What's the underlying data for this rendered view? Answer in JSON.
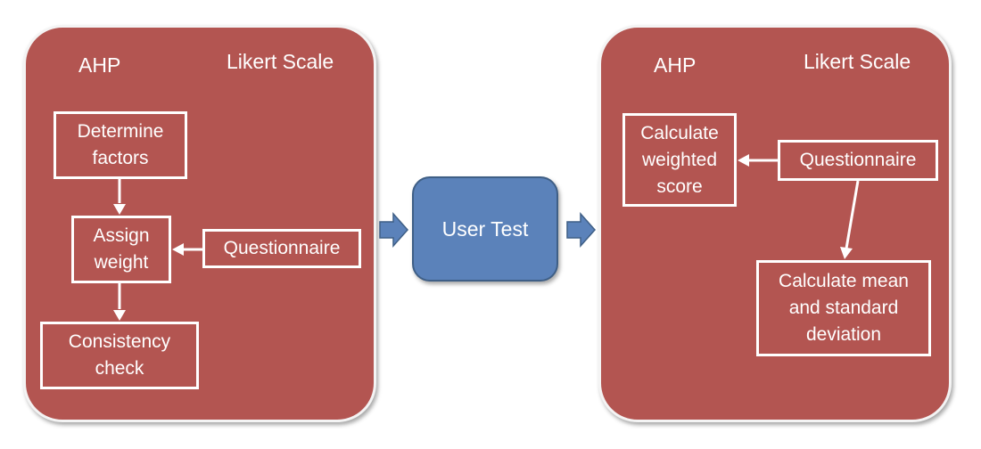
{
  "colors": {
    "panel_bg": "#b35551",
    "accent": "#5b82ba",
    "arrow_fill": "#5b82ba",
    "line": "#ffffff"
  },
  "left_panel": {
    "ahp_label": "AHP",
    "likert_label": "Likert Scale",
    "nodes": {
      "determine": [
        "Determine",
        "factors"
      ],
      "assign": [
        "Assign",
        "weight"
      ],
      "questionnaire": "Questionnaire",
      "consistency": [
        "Consistency",
        "check"
      ]
    }
  },
  "center": {
    "user_test": "User Test"
  },
  "right_panel": {
    "ahp_label": "AHP",
    "likert_label": "Likert Scale",
    "nodes": {
      "weighted": [
        "Calculate",
        "weighted",
        "score"
      ],
      "questionnaire": "Questionnaire",
      "mean": [
        "Calculate mean",
        "and standard",
        "deviation"
      ]
    }
  }
}
